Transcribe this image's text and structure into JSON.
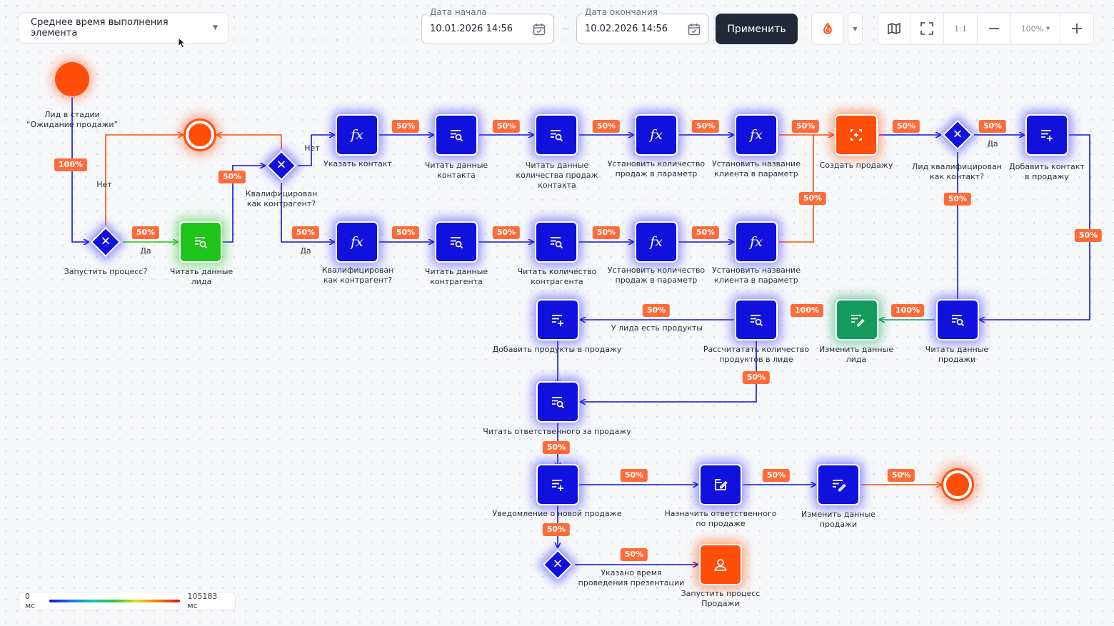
{
  "toolbar": {
    "metric_label": "Среднее время выполнения элемента",
    "date_start_label": "Дата начала",
    "date_start_value": "10.01.2026 14:56",
    "date_end_label": "Дата окончания",
    "date_end_value": "10.02.2026 14:56",
    "apply_label": "Применить",
    "fit_label": "1:1",
    "zoom_value": "100%"
  },
  "diagram": {
    "nodes": {
      "start": "Лид в стадии\n“Ожидание продажи”",
      "launch_gw": "Запустить процесс?",
      "read_lead": "Читать данные\nлида",
      "qual_gw": "Квалифицирован\nкак контрагент?",
      "set_contact": "Указать контакт",
      "read_contact": "Читать данные\nконтакта",
      "read_sales_count_contact": "Читать данные\nколичества продаж\nконтакта",
      "set_sales_count_1": "Установить количество\nпродаж в параметр",
      "set_client_name_1": "Установить название\nклиента в параметр",
      "create_sale": "Создать продажу",
      "lead_qual_contact_gw": "Лид квалифицирован\nкак контакт?",
      "add_contact_to_sale": "Добавить контакт\nв продажу",
      "qual_counterparty_fx": "Квалифицирован\nкак контрагент?",
      "read_counterparty": "Читать данные\nконтрагента",
      "read_counterparty_count": "Читать количество\nконтрагента",
      "set_sales_count_2": "Установить количество\nпродаж в параметр",
      "set_client_name_2": "Установить название\nклиента в параметр",
      "read_sale": "Читать данные\nпродажи",
      "change_lead": "Изменить данные\nлида",
      "calc_products": "Рассчитатать количество\nпродуктов в лиде",
      "add_products": "Добавить продукты в продажу",
      "read_responsible": "Читать ответственного за продажу",
      "notify_sale": "Уведомление о новой продаже",
      "assign_responsible": "Назначить ответственного\nпо продаже",
      "change_sale": "Изменить данные\nпродажи",
      "start_sales_process": "Запустить процесс\nПродажи"
    },
    "edge_labels": {
      "no": "Нет",
      "yes": "Да",
      "lead_has_products": "У лида есть продукты",
      "presentation_time": "Указано время\nпроведения презентации"
    },
    "badges": {
      "b100": "100%",
      "b50": "50%"
    }
  },
  "legend": {
    "min": "0 мс",
    "max": "105183 мс"
  },
  "colors": {
    "task_blue": "#1111dd",
    "task_green": "#1fc51a",
    "task_teal": "#129b5a",
    "hot_orange": "#ff4d0a",
    "badge": "#ff6b38",
    "dark_button": "#232838"
  }
}
